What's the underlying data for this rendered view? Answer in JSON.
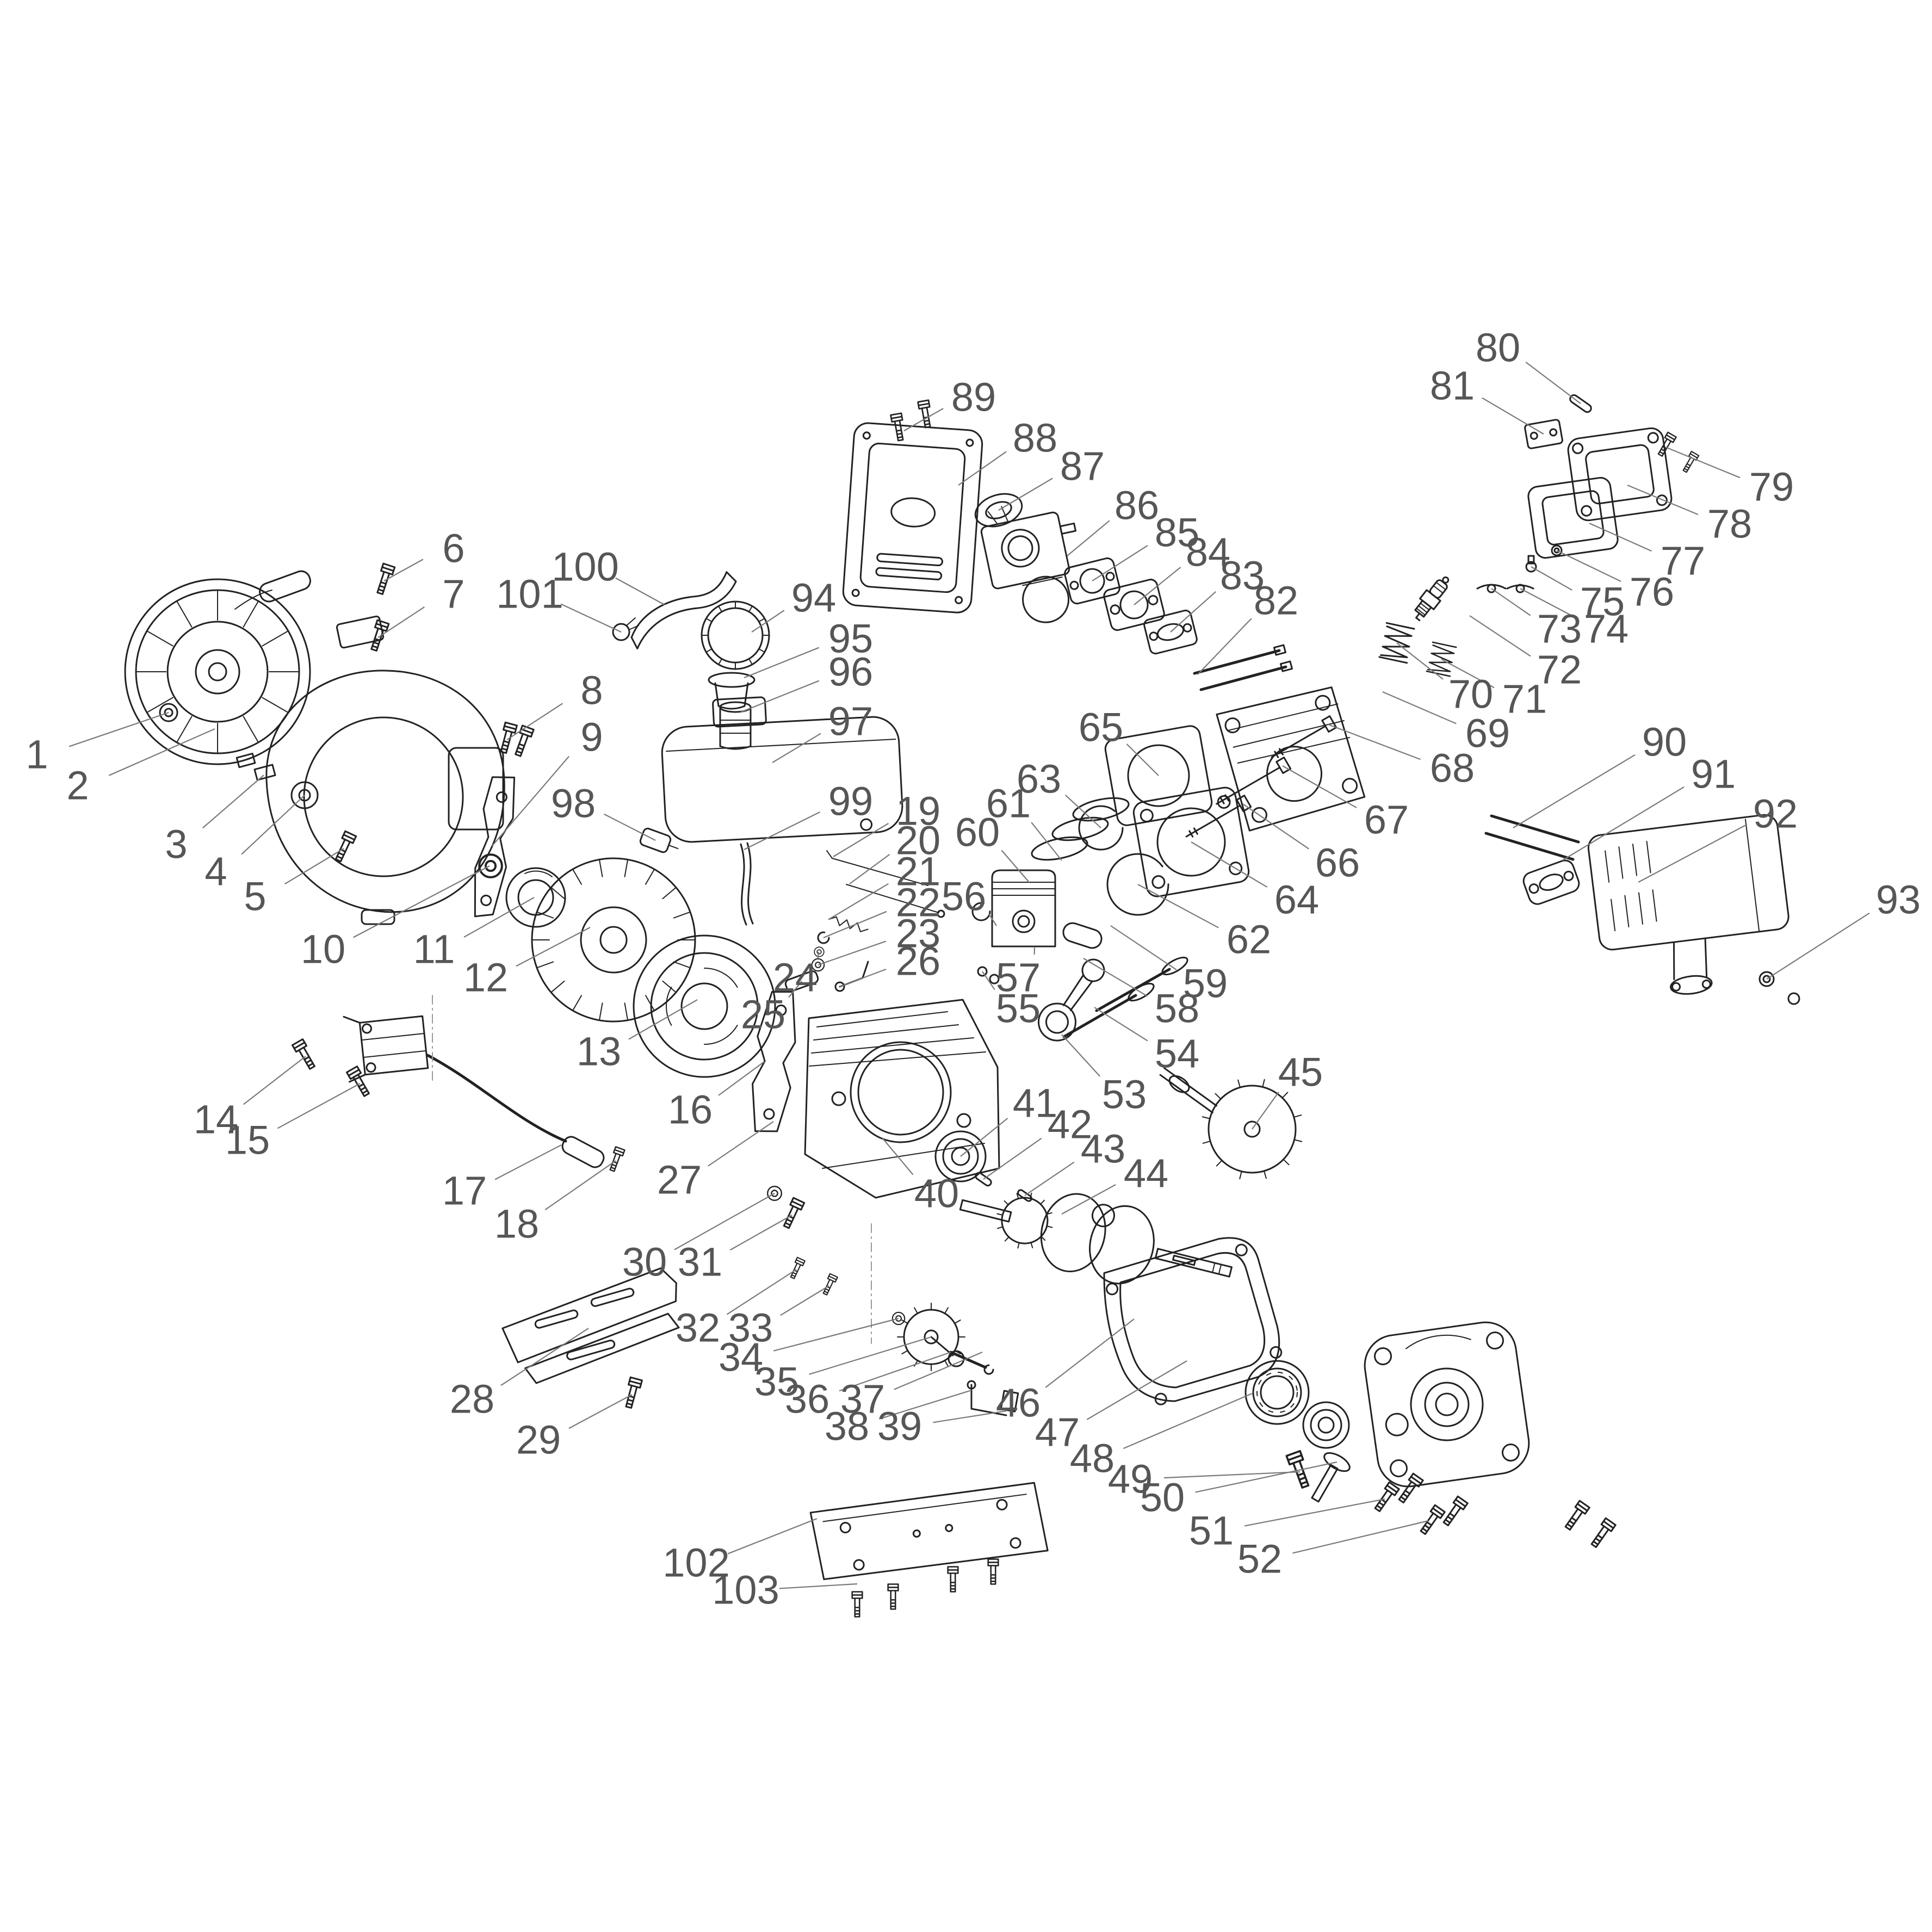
{
  "diagram": {
    "kind": "exploded-parts-diagram",
    "subject": "small-engine-assembly",
    "colors": {
      "background": "#ffffff",
      "part_line": "#222222",
      "leader_line": "#7a7a7a",
      "label_text": "#565656"
    },
    "callout_count": 103,
    "callouts": [
      [
        1,
        68,
        1387,
        310,
        1310
      ],
      [
        2,
        143,
        1444,
        395,
        1340
      ],
      [
        3,
        324,
        1552,
        485,
        1425
      ],
      [
        4,
        397,
        1602,
        560,
        1462
      ],
      [
        5,
        469,
        1648,
        632,
        1560
      ],
      [
        6,
        834,
        1008,
        706,
        1068
      ],
      [
        7,
        834,
        1092,
        695,
        1172
      ],
      [
        8,
        1088,
        1269,
        932,
        1360
      ],
      [
        9,
        1088,
        1355,
        905,
        1555
      ],
      [
        10,
        594,
        1745,
        900,
        1592
      ],
      [
        11,
        798,
        1745,
        982,
        1650
      ],
      [
        12,
        893,
        1797,
        1085,
        1705
      ],
      [
        13,
        1101,
        1933,
        1282,
        1838
      ],
      [
        14,
        397,
        2058,
        562,
        1942
      ],
      [
        15,
        455,
        2096,
        662,
        1992
      ],
      [
        16,
        1269,
        2040,
        1405,
        1952
      ],
      [
        17,
        854,
        2189,
        1032,
        2105
      ],
      [
        18,
        950,
        2250,
        1132,
        2134
      ],
      [
        19,
        1688,
        1491,
        1532,
        1575
      ],
      [
        20,
        1688,
        1545,
        1562,
        1625
      ],
      [
        21,
        1688,
        1602,
        1524,
        1690
      ],
      [
        22,
        1688,
        1659,
        1514,
        1724
      ],
      [
        23,
        1688,
        1716,
        1504,
        1774
      ],
      [
        24,
        1462,
        1797,
        1505,
        1750
      ],
      [
        25,
        1403,
        1865,
        1474,
        1804
      ],
      [
        26,
        1688,
        1767,
        1544,
        1814
      ],
      [
        27,
        1249,
        2169,
        1422,
        2062
      ],
      [
        28,
        868,
        2572,
        1082,
        2442
      ],
      [
        29,
        990,
        2647,
        1162,
        2564
      ],
      [
        30,
        1185,
        2320,
        1424,
        2194
      ],
      [
        31,
        1287,
        2320,
        1456,
        2234
      ],
      [
        32,
        1283,
        2441,
        1464,
        2334
      ],
      [
        33,
        1380,
        2441,
        1524,
        2364
      ],
      [
        34,
        1362,
        2495,
        1652,
        2424
      ],
      [
        35,
        1428,
        2540,
        1712,
        2458
      ],
      [
        36,
        1484,
        2572,
        1748,
        2486
      ],
      [
        37,
        1586,
        2572,
        1806,
        2486
      ],
      [
        38,
        1557,
        2622,
        1786,
        2556
      ],
      [
        39,
        1654,
        2622,
        1850,
        2594
      ],
      [
        40,
        1722,
        2194,
        1622,
        2092
      ],
      [
        41,
        1903,
        2028,
        1766,
        2126
      ],
      [
        42,
        1967,
        2067,
        1808,
        2168
      ],
      [
        43,
        2028,
        2112,
        1884,
        2198
      ],
      [
        44,
        2107,
        2157,
        1952,
        2232
      ],
      [
        45,
        2391,
        1971,
        2302,
        2076
      ],
      [
        46,
        1872,
        2579,
        2085,
        2425
      ],
      [
        47,
        1944,
        2633,
        2182,
        2502
      ],
      [
        48,
        2008,
        2681,
        2302,
        2562
      ],
      [
        49,
        2078,
        2719,
        2390,
        2706
      ],
      [
        50,
        2137,
        2753,
        2458,
        2688
      ],
      [
        51,
        2227,
        2814,
        2546,
        2756
      ],
      [
        52,
        2316,
        2866,
        2626,
        2796
      ],
      [
        53,
        2067,
        2012,
        1952,
        1902
      ],
      [
        54,
        2164,
        1937,
        2012,
        1852
      ],
      [
        55,
        1872,
        1854,
        1806,
        1786
      ],
      [
        56,
        1772,
        1648,
        1832,
        1702
      ],
      [
        57,
        1872,
        1797,
        1902,
        1742
      ],
      [
        58,
        2164,
        1854,
        1992,
        1762
      ],
      [
        59,
        2216,
        1808,
        2042,
        1702
      ],
      [
        60,
        1797,
        1530,
        1892,
        1622
      ],
      [
        61,
        1854,
        1477,
        1952,
        1582
      ],
      [
        62,
        2296,
        1727,
        2092,
        1626
      ],
      [
        63,
        1910,
        1432,
        2024,
        1522
      ],
      [
        64,
        2384,
        1654,
        2190,
        1548
      ],
      [
        65,
        2024,
        1337,
        2130,
        1426
      ],
      [
        66,
        2459,
        1586,
        2285,
        1478
      ],
      [
        67,
        2549,
        1507,
        2358,
        1408
      ],
      [
        68,
        2670,
        1412,
        2442,
        1332
      ],
      [
        69,
        2735,
        1348,
        2542,
        1272
      ],
      [
        70,
        2704,
        1276,
        2568,
        1182
      ],
      [
        71,
        2803,
        1285,
        2650,
        1212
      ],
      [
        72,
        2867,
        1231,
        2702,
        1132
      ],
      [
        73,
        2867,
        1156,
        2742,
        1082
      ],
      [
        74,
        2953,
        1156,
        2795,
        1082
      ],
      [
        75,
        2946,
        1106,
        2815,
        1042
      ],
      [
        76,
        3037,
        1088,
        2862,
        1012
      ],
      [
        77,
        3094,
        1031,
        2922,
        962
      ],
      [
        78,
        3180,
        963,
        2992,
        892
      ],
      [
        79,
        3257,
        895,
        3062,
        822
      ],
      [
        80,
        2754,
        639,
        2906,
        742
      ],
      [
        81,
        2670,
        709,
        2838,
        798
      ],
      [
        82,
        2346,
        1104,
        2202,
        1240
      ],
      [
        83,
        2284,
        1058,
        2152,
        1162
      ],
      [
        84,
        2221,
        1015,
        2085,
        1112
      ],
      [
        85,
        2164,
        979,
        2008,
        1068
      ],
      [
        86,
        2090,
        929,
        1962,
        1022
      ],
      [
        87,
        1990,
        857,
        1836,
        938
      ],
      [
        88,
        1903,
        805,
        1762,
        892
      ],
      [
        89,
        1790,
        730,
        1662,
        792
      ],
      [
        90,
        3060,
        1364,
        2782,
        1522
      ],
      [
        91,
        3150,
        1423,
        2872,
        1582
      ],
      [
        92,
        3264,
        1496,
        3012,
        1622
      ],
      [
        93,
        3490,
        1654,
        3248,
        1800
      ],
      [
        94,
        1496,
        1099,
        1382,
        1162
      ],
      [
        95,
        1564,
        1174,
        1368,
        1246
      ],
      [
        96,
        1564,
        1235,
        1360,
        1310
      ],
      [
        97,
        1564,
        1326,
        1420,
        1402
      ],
      [
        98,
        1054,
        1477,
        1205,
        1545
      ],
      [
        99,
        1564,
        1473,
        1368,
        1562
      ],
      [
        100,
        1076,
        1042,
        1222,
        1112
      ],
      [
        101,
        974,
        1092,
        1142,
        1162
      ],
      [
        102,
        1280,
        2873,
        1502,
        2792
      ],
      [
        103,
        1371,
        2923,
        1576,
        2912
      ]
    ]
  }
}
